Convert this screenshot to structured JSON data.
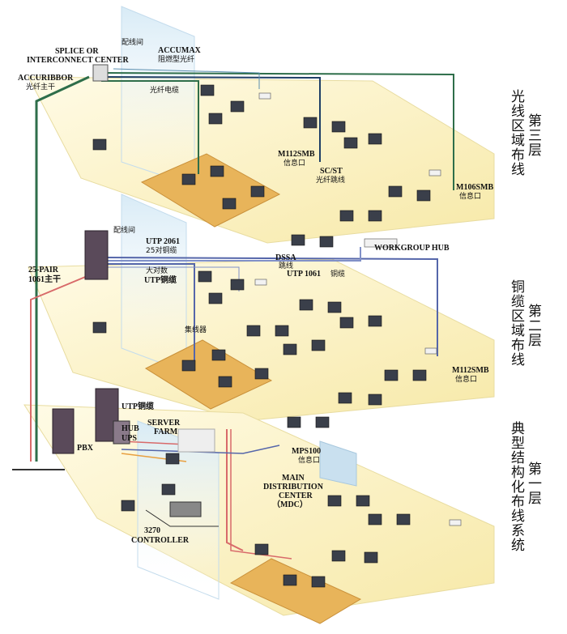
{
  "colors": {
    "floor": "#fbf3c8",
    "work_area": "#e8b45a",
    "fiber_green": "#2e6e4a",
    "fiber_dark": "#1f3f66",
    "copper_red": "#d86a6a",
    "utp_blue": "#5566aa",
    "wall_blue": "#c9e0ef"
  },
  "labels": {
    "splice": "SPLICE OR",
    "interconnect": "INTERCONNECT CENTER",
    "accuribbor": "ACCURIBBOR",
    "fiber_trunk": "光纤主干",
    "patch_room_3": "配线间",
    "accumax": "ACCUMAX",
    "accumax_cn": "阻燃型光纤",
    "fiber_cable": "光纤电缆",
    "m112smb_top": "M112SMB",
    "info_outlet_1": "信息口",
    "scst": "SC/ST",
    "scst_cn": "光纤跳线",
    "m106smb": "M106SMB",
    "info_outlet_2": "信息口",
    "patch_room_2": "配线间",
    "utp2061": "UTP 2061",
    "utp2061_cn": "25对铜缆",
    "big_pair": "大对数",
    "big_pair_utp": "UTP铜缆",
    "pair25": "25-PAIR",
    "pair1061": "1061主干",
    "dssa": "DSSA",
    "dssa_cn": "跳线",
    "utp1061": "UTP 1061",
    "utp1061_cn": "铜缆",
    "workgroup_hub": "WORKGROUP HUB",
    "hub_cn": "集线器",
    "m112smb_mid": "M112SMB",
    "info_outlet_3": "信息口",
    "utp_cable": "UTP铜缆",
    "hub": "HUB",
    "ups": "UPS",
    "server": "SERVER",
    "farm": "FARM",
    "pbx": "PBX",
    "mps100": "MPS100",
    "info_outlet_4": "信息口",
    "main": "MAIN",
    "distribution": "DISTRIBUTION",
    "center": "CENTER",
    "mdc": "（MDC）",
    "c3270": "3270",
    "controller": "CONTROLLER"
  },
  "side_titles": {
    "layer3_floor": "第三层",
    "layer3_desc": "光线区域布线",
    "layer2_floor": "第二层",
    "layer2_desc": "铜缆区域布线",
    "layer1_floor": "第一层",
    "layer1_desc": "典型结构化布线系统"
  }
}
